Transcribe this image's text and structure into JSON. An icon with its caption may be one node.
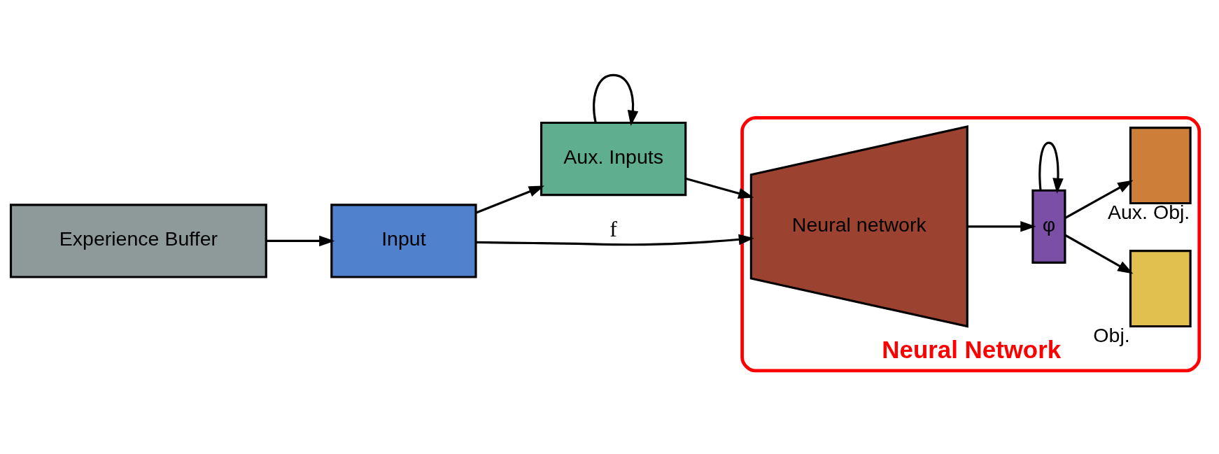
{
  "diagram": {
    "nodes": [
      {
        "text": [
          "Experience Buffer"
        ]
      },
      {
        "text": [
          "Input"
        ]
      },
      {
        "text": [
          "Aux. Inputs"
        ]
      },
      {
        "text": [
          "Neural Network"
        ]
      },
      {
        "text": [
          "Neural network"
        ],
        "in": 3
      },
      {
        "text": [
          "φ"
        ],
        "in": 3
      },
      {
        "text": [],
        "shape": "box",
        "beside": [
          "Obj."
        ],
        "in": 3
      },
      {
        "text": [],
        "shape": "box",
        "beside": [
          "Aux. Obj."
        ],
        "in": 3
      }
    ],
    "edges": [
      {
        "from": 0,
        "to": 1,
        "arrow": "to"
      },
      {
        "from": 1,
        "to": 4,
        "arrow": "to",
        "label": "f"
      },
      {
        "from": 1,
        "to": 2,
        "arrow": "to"
      },
      {
        "from": 2,
        "to": 4,
        "arrow": "to"
      },
      {
        "from": 2,
        "to": 2,
        "arrow": "to"
      },
      {
        "from": 4,
        "to": 5,
        "arrow": "to"
      },
      {
        "from": 5,
        "to": 5,
        "arrow": "to"
      },
      {
        "from": 5,
        "to": 6,
        "arrow": "to"
      },
      {
        "from": 5,
        "to": 7,
        "arrow": "to"
      }
    ]
  }
}
